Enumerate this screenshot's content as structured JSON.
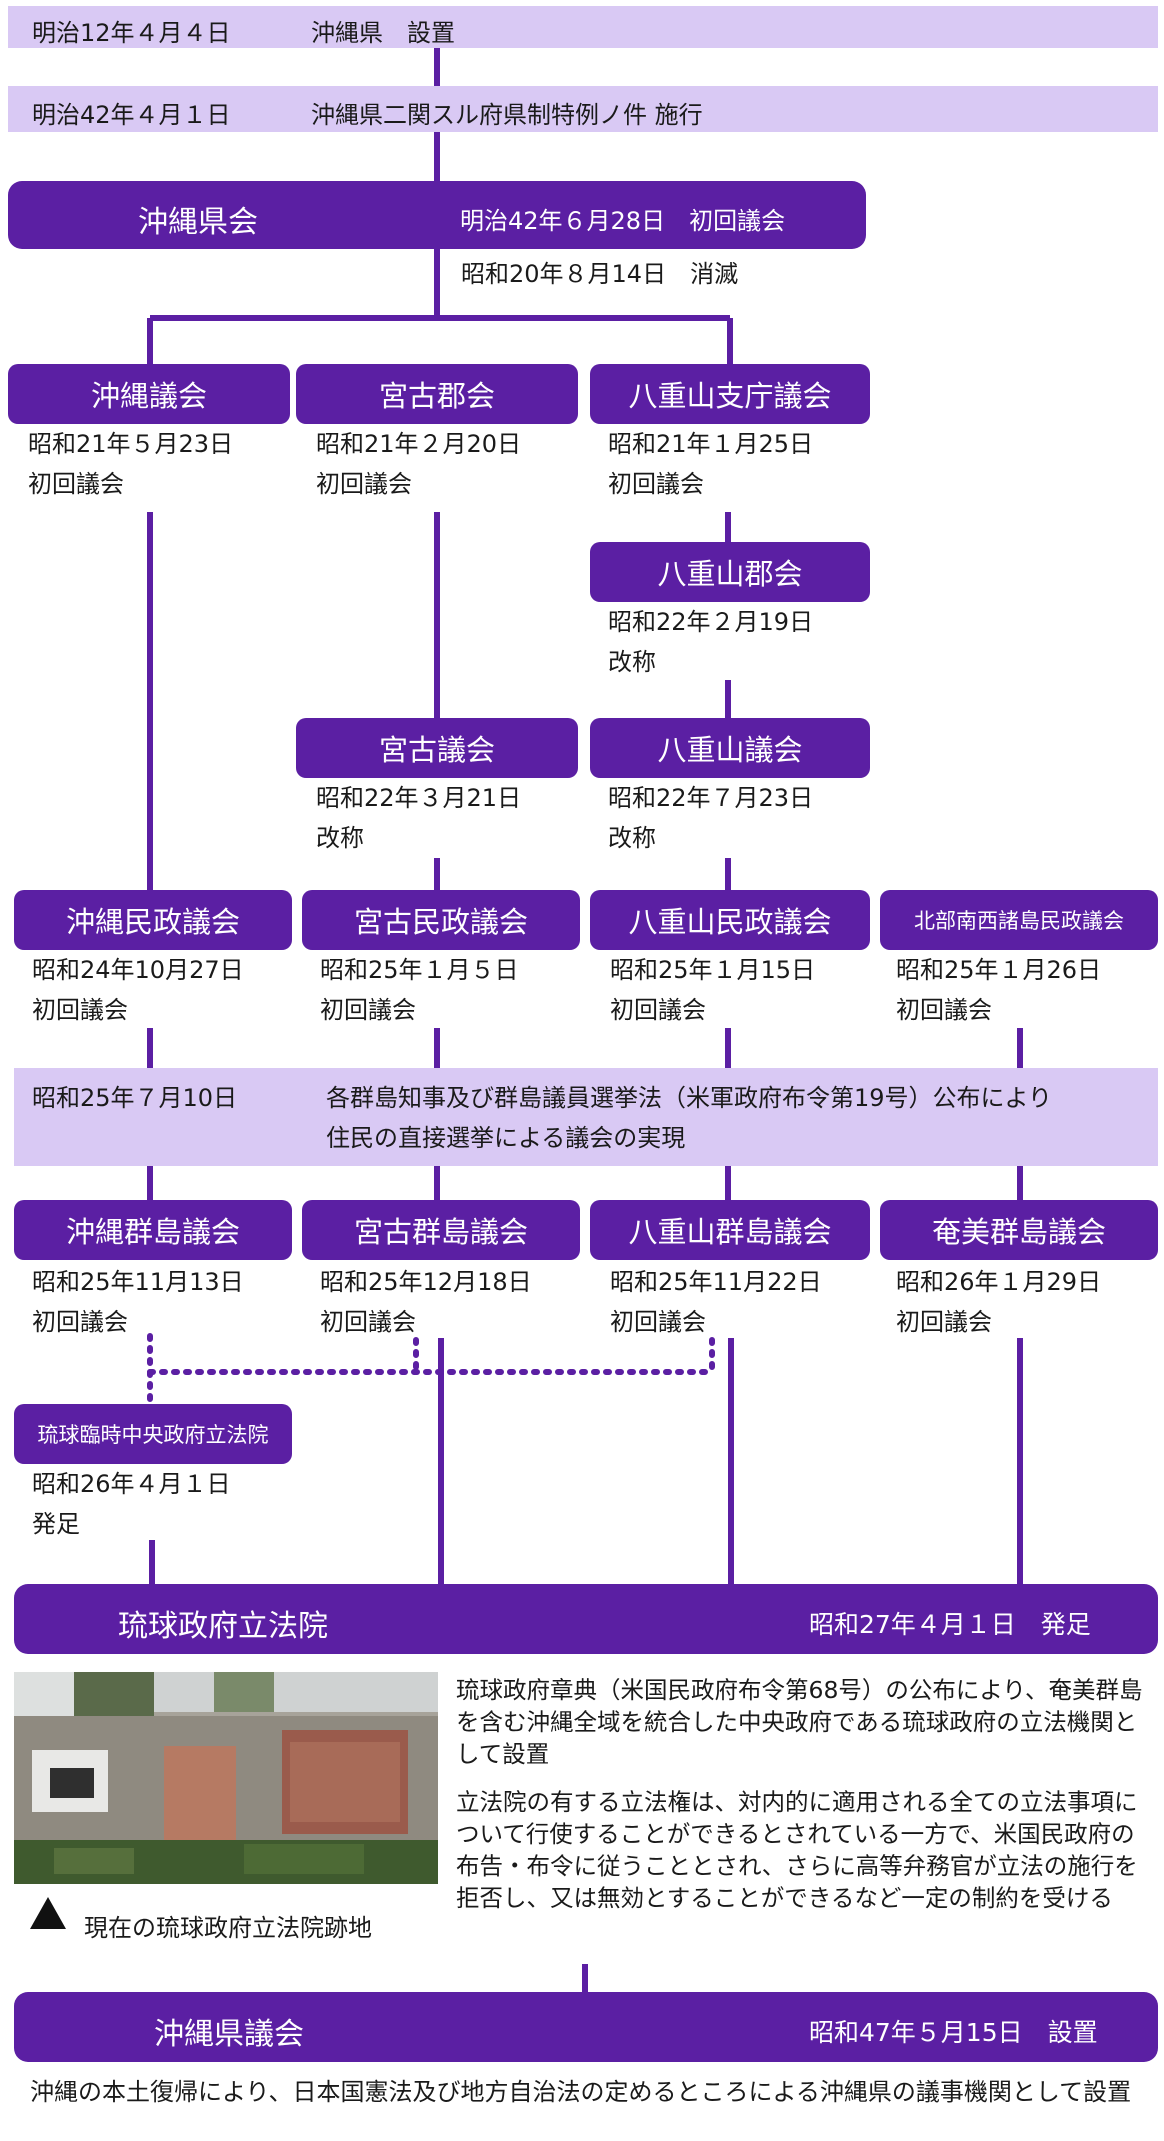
{
  "colors": {
    "node": "#5b1fa3",
    "band": "#d9c9f4",
    "line": "#5b1fa3"
  },
  "band1": {
    "date": "明治12年４月４日",
    "event": "沖縄県　設置"
  },
  "band2": {
    "date": "明治42年４月１日",
    "event": "沖縄県二関スル府県制特例ノ件 施行"
  },
  "prefectural_assembly_old": {
    "name": "沖縄県会",
    "note": "明治42年６月28日　初回議会",
    "abolished": "昭和20年８月14日　消滅"
  },
  "row1": [
    {
      "name": "沖縄議会",
      "date": "昭和21年５月23日",
      "note": "初回議会"
    },
    {
      "name": "宮古郡会",
      "date": "昭和21年２月20日",
      "note": "初回議会"
    },
    {
      "name": "八重山支庁議会",
      "date": "昭和21年１月25日",
      "note": "初回議会"
    }
  ],
  "yaeyama_gunkai": {
    "name": "八重山郡会",
    "date": "昭和22年２月19日",
    "note": "改称"
  },
  "row3": [
    {
      "name": "宮古議会",
      "date": "昭和22年３月21日",
      "note": "改称"
    },
    {
      "name": "八重山議会",
      "date": "昭和22年７月23日",
      "note": "改称"
    }
  ],
  "row4": [
    {
      "name": "沖縄民政議会",
      "date": "昭和24年10月27日",
      "note": "初回議会"
    },
    {
      "name": "宮古民政議会",
      "date": "昭和25年１月５日",
      "note": "初回議会"
    },
    {
      "name": "八重山民政議会",
      "date": "昭和25年１月15日",
      "note": "初回議会"
    },
    {
      "name": "北部南西諸島民政議会",
      "date": "昭和25年１月26日",
      "note": "初回議会"
    }
  ],
  "band3": {
    "date": "昭和25年７月10日",
    "line1": "各群島知事及び群島議員選挙法（米軍政府布令第19号）公布により",
    "line2": "住民の直接選挙による議会の実現"
  },
  "row5": [
    {
      "name": "沖縄群島議会",
      "date": "昭和25年11月13日",
      "note": "初回議会"
    },
    {
      "name": "宮古群島議会",
      "date": "昭和25年12月18日",
      "note": "初回議会"
    },
    {
      "name": "八重山群島議会",
      "date": "昭和25年11月22日",
      "note": "初回議会"
    },
    {
      "name": "奄美群島議会",
      "date": "昭和26年１月29日",
      "note": "初回議会"
    }
  ],
  "provisional": {
    "name": "琉球臨時中央政府立法院",
    "date": "昭和26年４月１日",
    "note": "発足"
  },
  "legislature": {
    "name": "琉球政府立法院",
    "note": "昭和27年４月１日　発足",
    "para1": "琉球政府章典（米国民政府布令第68号）の公布により、奄美群島を含む沖縄全域を統合した中央政府である琉球政府の立法機関として設置",
    "para2": "立法院の有する立法権は、対内的に適用される全ての立法事項について行使することができるとされている一方で、米国民政府の布告・布令に従うこととされ、さらに高等弁務官が立法の施行を拒否し、又は無効とすることができるなど一定の制約を受ける"
  },
  "photo_caption": "現在の琉球政府立法院跡地",
  "prefectural_assembly_new": {
    "name": "沖縄県議会",
    "note": "昭和47年５月15日　設置",
    "desc": "沖縄の本土復帰により、日本国憲法及び地方自治法の定めるところによる沖縄県の議事機関として設置"
  }
}
